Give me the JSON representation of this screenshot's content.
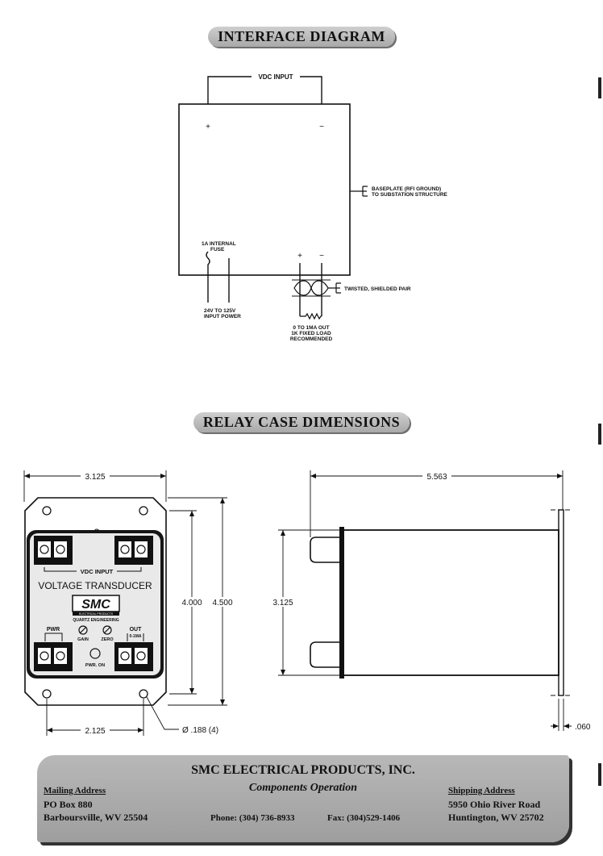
{
  "sections": {
    "interface_title": "INTERFACE DIAGRAM",
    "relay_title": "RELAY CASE DIMENSIONS"
  },
  "interface": {
    "vdc_input": "VDC INPUT",
    "plus": "+",
    "minus": "−",
    "baseplate_line1": "BASEPLATE (RFI GROUND)",
    "baseplate_line2": "TO SUBSTATION STRUCTURE",
    "fuse_line1": "1A INTERNAL",
    "fuse_line2": "FUSE",
    "twisted": "TWISTED, SHIELDED PAIR",
    "power_line1": "24V TO 125V",
    "power_line2": "INPUT POWER",
    "out_line1": "0 TO 1MA OUT",
    "out_line2": "1K FIXED LOAD",
    "out_line3": "RECOMMENDED"
  },
  "front_view": {
    "width_dim": "3.125",
    "height_inner_dim": "4.000",
    "height_outer_dim": "4.500",
    "hole_spacing_dim": "2.125",
    "hole_dia_dim": "Ø .188 (4)",
    "vdc_input": "VDC INPUT",
    "device_name": "VOLTAGE TRANSDUCER",
    "logo": "SMC",
    "logo_sub": "ELECTRICAL PRODUCTS",
    "engineering": "QUARTZ ENGINEERING",
    "pwr": "PWR",
    "gain": "GAIN",
    "zero": "ZERO",
    "out": "OUT",
    "out_range": "0-1MA",
    "pwr_on": "PWR. ON"
  },
  "side_view": {
    "length_dim": "5.563",
    "height_dim": "3.125",
    "plate_dim": ".060"
  },
  "footer": {
    "company": "SMC ELECTRICAL PRODUCTS, INC.",
    "division": "Components Operation",
    "mailing_label": "Mailing Address",
    "mailing_line1": "PO Box 880",
    "mailing_line2": "Barboursville, WV  25504",
    "phone": "Phone:  (304) 736-8933",
    "fax": "Fax:  (304)529-1406",
    "shipping_label": "Shipping Address",
    "shipping_line1": "5950 Ohio River Road",
    "shipping_line2": "Huntington, WV  25702"
  }
}
